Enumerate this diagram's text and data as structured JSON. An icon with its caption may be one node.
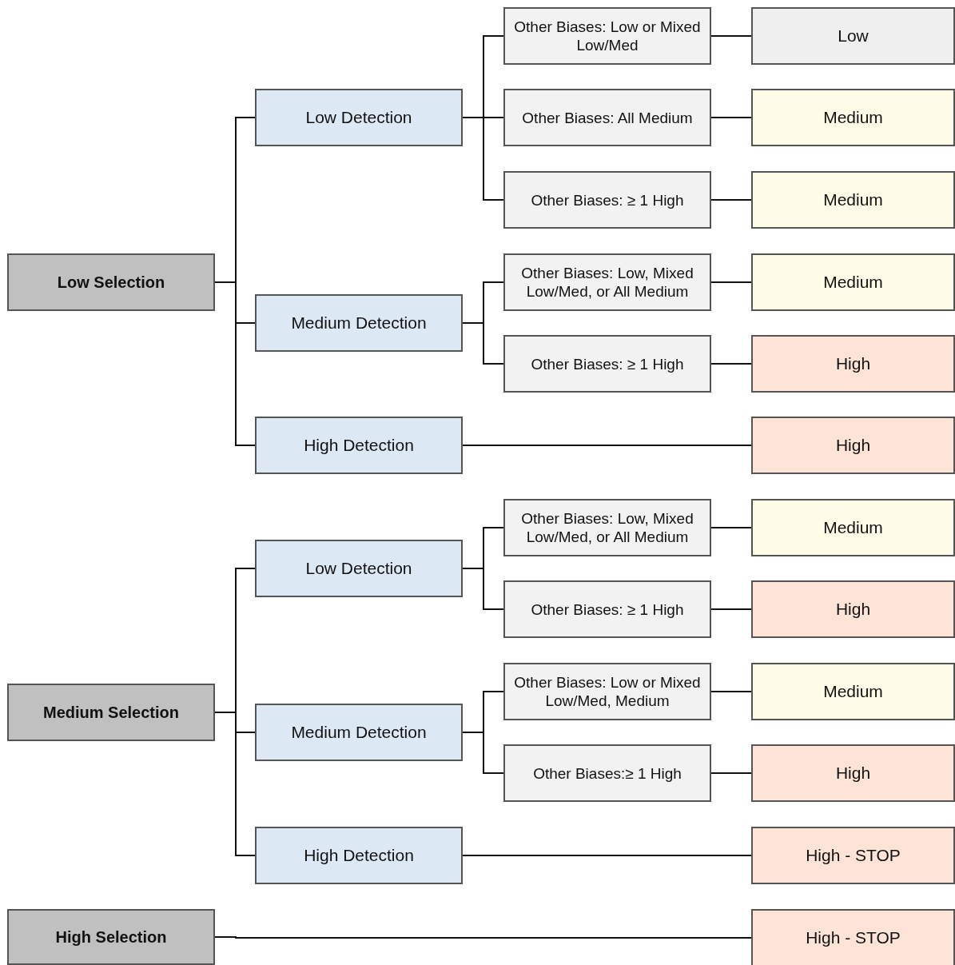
{
  "diagram": {
    "nodes": [
      {
        "text": [
          "Low Selection"
        ]
      },
      {
        "text": [
          "Low Detection"
        ]
      },
      {
        "text": [
          "Other Biases: Low or Mixed Low/Med"
        ]
      },
      {
        "text": [
          "Low"
        ]
      },
      {
        "text": [
          "Other Biases: All Medium"
        ]
      },
      {
        "text": [
          "Medium"
        ]
      },
      {
        "text": [
          "Other Biases: ≥ 1 High"
        ]
      },
      {
        "text": [
          "Medium"
        ]
      },
      {
        "text": [
          "Medium Detection"
        ]
      },
      {
        "text": [
          "Other Biases: Low, Mixed Low/Med, or All Medium"
        ]
      },
      {
        "text": [
          "Medium"
        ]
      },
      {
        "text": [
          "Other Biases: ≥ 1 High"
        ]
      },
      {
        "text": [
          "High"
        ]
      },
      {
        "text": [
          "High Detection"
        ]
      },
      {
        "text": [
          "High"
        ]
      },
      {
        "text": [
          "Medium Selection"
        ]
      },
      {
        "text": [
          "Low Detection"
        ]
      },
      {
        "text": [
          "Other Biases: Low, Mixed Low/Med, or All Medium"
        ]
      },
      {
        "text": [
          "Medium"
        ]
      },
      {
        "text": [
          "Other Biases: ≥ 1 High"
        ]
      },
      {
        "text": [
          "High"
        ]
      },
      {
        "text": [
          "Medium Detection"
        ]
      },
      {
        "text": [
          "Other Biases: Low or Mixed Low/Med, Medium"
        ]
      },
      {
        "text": [
          "Medium"
        ]
      },
      {
        "text": [
          "Other Biases:≥ 1 High"
        ]
      },
      {
        "text": [
          "High"
        ]
      },
      {
        "text": [
          "High Detection"
        ]
      },
      {
        "text": [
          "High - STOP"
        ]
      },
      {
        "text": [
          "High Selection"
        ]
      },
      {
        "text": [
          "High - STOP"
        ]
      }
    ],
    "edges": [
      {
        "from": 0,
        "to": 1,
        "arrow": "none"
      },
      {
        "from": 1,
        "to": 2,
        "arrow": "none"
      },
      {
        "from": 2,
        "to": 3,
        "arrow": "none"
      },
      {
        "from": 1,
        "to": 4,
        "arrow": "none"
      },
      {
        "from": 4,
        "to": 5,
        "arrow": "none"
      },
      {
        "from": 1,
        "to": 6,
        "arrow": "none"
      },
      {
        "from": 6,
        "to": 7,
        "arrow": "none"
      },
      {
        "from": 0,
        "to": 8,
        "arrow": "none"
      },
      {
        "from": 8,
        "to": 9,
        "arrow": "none"
      },
      {
        "from": 9,
        "to": 10,
        "arrow": "none"
      },
      {
        "from": 8,
        "to": 11,
        "arrow": "none"
      },
      {
        "from": 11,
        "to": 12,
        "arrow": "none"
      },
      {
        "from": 0,
        "to": 13,
        "arrow": "none"
      },
      {
        "from": 13,
        "to": 14,
        "arrow": "none"
      },
      {
        "from": 15,
        "to": 16,
        "arrow": "none"
      },
      {
        "from": 16,
        "to": 17,
        "arrow": "none"
      },
      {
        "from": 17,
        "to": 18,
        "arrow": "none"
      },
      {
        "from": 16,
        "to": 19,
        "arrow": "none"
      },
      {
        "from": 19,
        "to": 20,
        "arrow": "none"
      },
      {
        "from": 15,
        "to": 21,
        "arrow": "none"
      },
      {
        "from": 21,
        "to": 22,
        "arrow": "none"
      },
      {
        "from": 22,
        "to": 23,
        "arrow": "none"
      },
      {
        "from": 21,
        "to": 24,
        "arrow": "none"
      },
      {
        "from": 24,
        "to": 25,
        "arrow": "none"
      },
      {
        "from": 15,
        "to": 26,
        "arrow": "none"
      },
      {
        "from": 26,
        "to": 27,
        "arrow": "none"
      },
      {
        "from": 28,
        "to": 29,
        "arrow": "none"
      }
    ]
  }
}
